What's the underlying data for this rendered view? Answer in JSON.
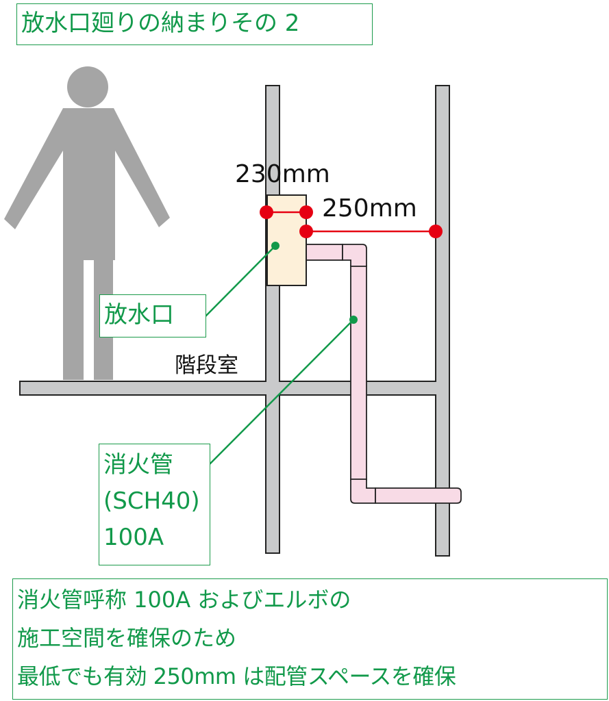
{
  "title": "放水口廻りの納まりその 2",
  "dimensions": {
    "hydrant_width": "230mm",
    "clearance": "250mm"
  },
  "labels": {
    "hydrant": "放水口",
    "stairwell": "階段室",
    "pipe_line1": "消火管",
    "pipe_line2": "(SCH40)",
    "pipe_line3": "100A"
  },
  "note": {
    "line1": "消火管呼称 100A およびエルボの",
    "line2": "施工空間を確保のため",
    "line3": "最低でも有効 250mm は配管スペースを確保"
  },
  "colors": {
    "accent": "#11994a",
    "dimension": "#e60012",
    "wall": "#c9cacb",
    "pipe": "#f8dbe6",
    "hydrant": "#fdf0d9"
  }
}
